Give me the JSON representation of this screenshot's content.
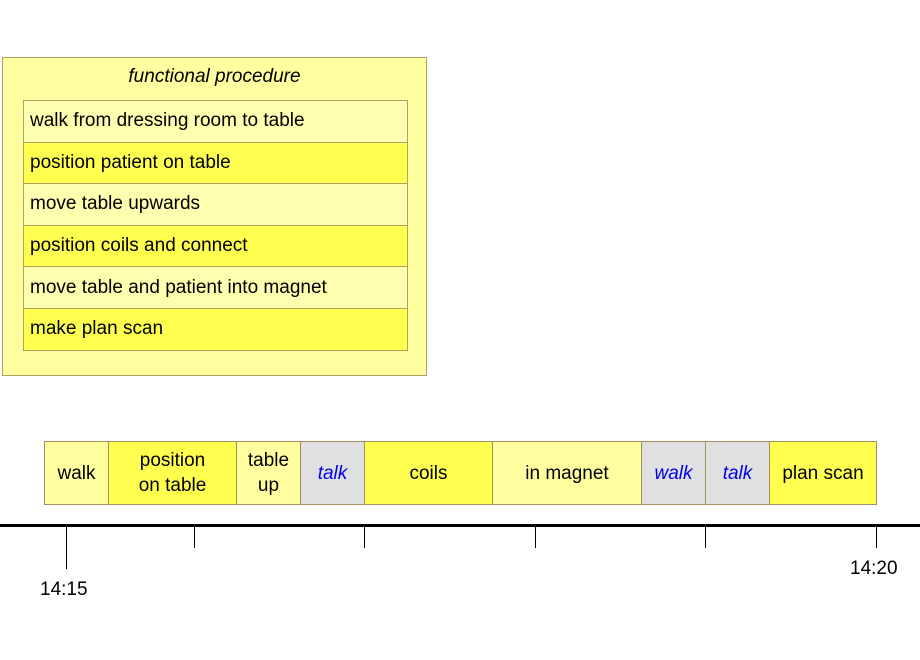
{
  "procedure": {
    "title": "functional procedure",
    "steps": [
      "walk from dressing room to table",
      "position patient on table",
      "move table upwards",
      "position coils and connect",
      "move table and patient into magnet",
      "make plan scan"
    ]
  },
  "timeline": {
    "segments": [
      {
        "label": "walk",
        "kind": "light"
      },
      {
        "label": "position\non table",
        "kind": "bright"
      },
      {
        "label": "table\nup",
        "kind": "light"
      },
      {
        "label": "talk",
        "kind": "grey-italic"
      },
      {
        "label": "coils",
        "kind": "bright"
      },
      {
        "label": "in magnet",
        "kind": "light"
      },
      {
        "label": "walk",
        "kind": "grey-italic"
      },
      {
        "label": "talk",
        "kind": "grey-italic"
      },
      {
        "label": "plan scan",
        "kind": "bright"
      }
    ],
    "start_time": "14:15",
    "end_time": "14:20"
  },
  "colors": {
    "light_yellow": "#ffffa0",
    "bright_yellow": "#ffff50",
    "grey": "#e0e0e0",
    "talk_blue": "#0000ee"
  }
}
